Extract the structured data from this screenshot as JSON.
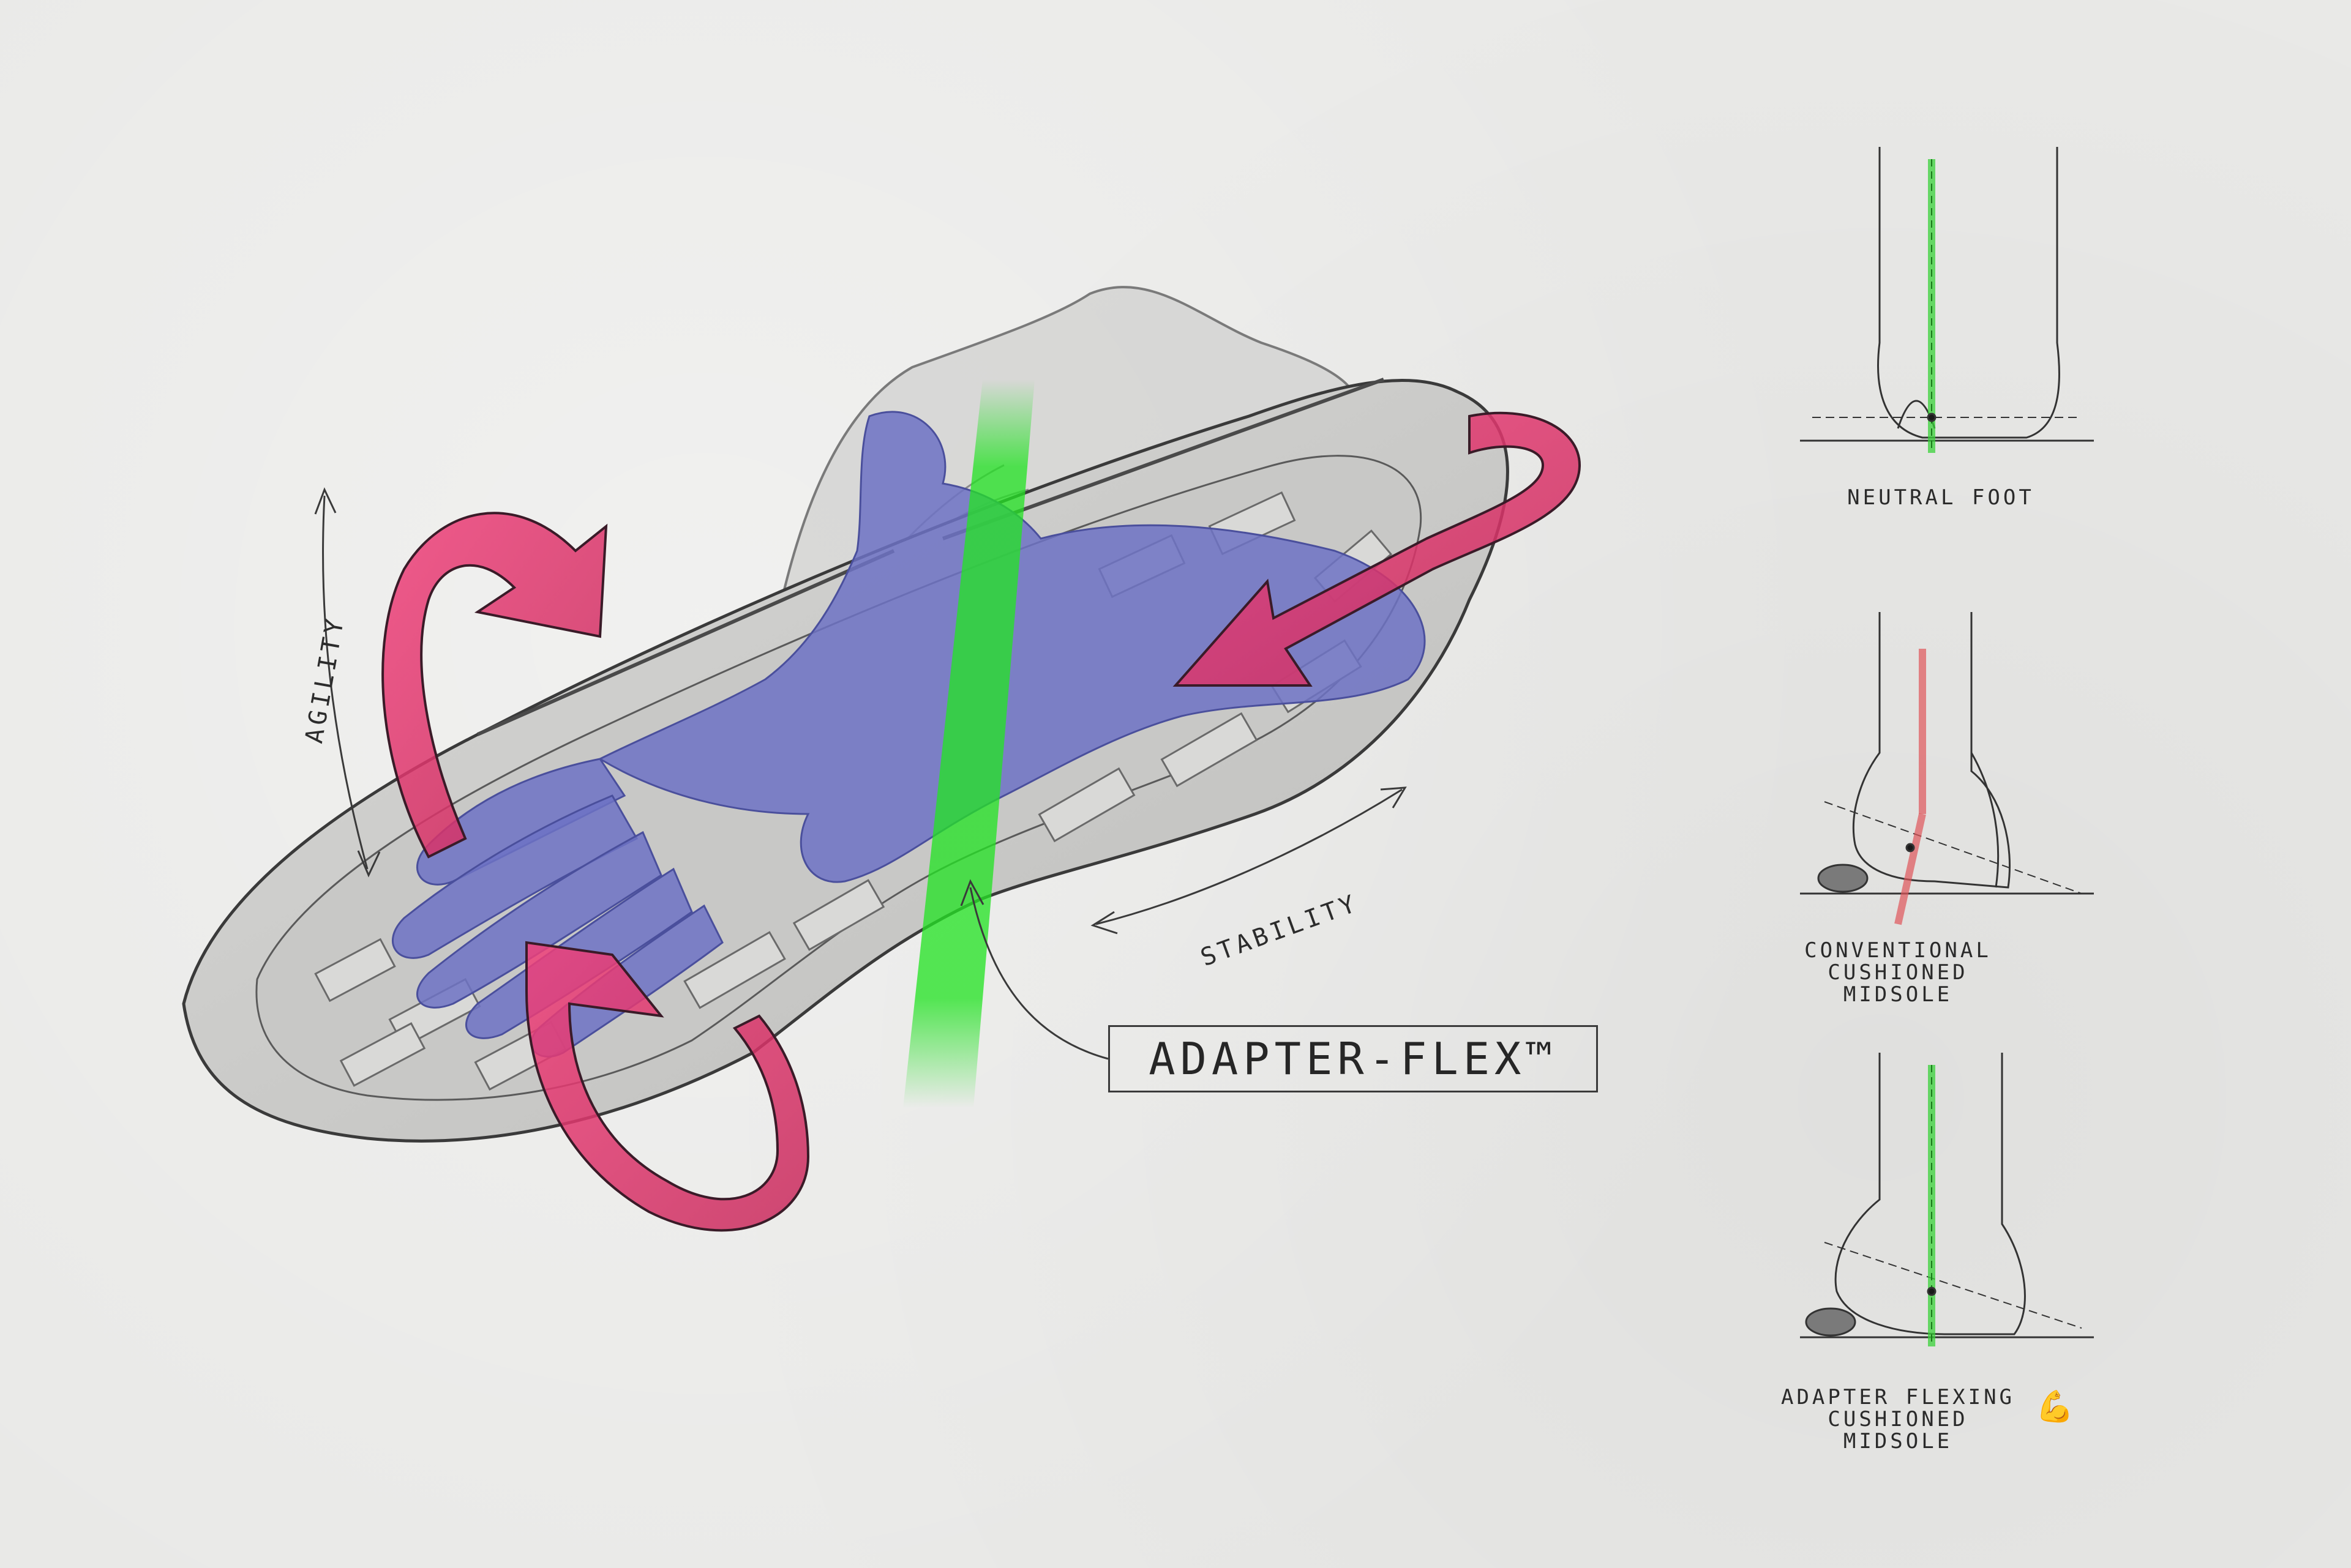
{
  "labels": {
    "agility": "AGILITY",
    "stability": "STABILITY",
    "callout": "ADAPTER-FLEX™"
  },
  "panels": [
    {
      "caption": "NEUTRAL FOOT",
      "axis_color": "#3ad13a"
    },
    {
      "caption": "CONVENTIONAL CUSHIONED MIDSOLE",
      "axis_color": "#e0565a"
    },
    {
      "caption": "ADAPTER FLEXING CUSHIONED MIDSOLE",
      "axis_color": "#3ad13a"
    }
  ],
  "colors": {
    "arrow": "#e8336f",
    "bones": "#6d72c4",
    "green_band": "#24e324",
    "sketch": "#3a3a3a"
  },
  "icons": {
    "flex": "flexed-biceps-icon"
  }
}
